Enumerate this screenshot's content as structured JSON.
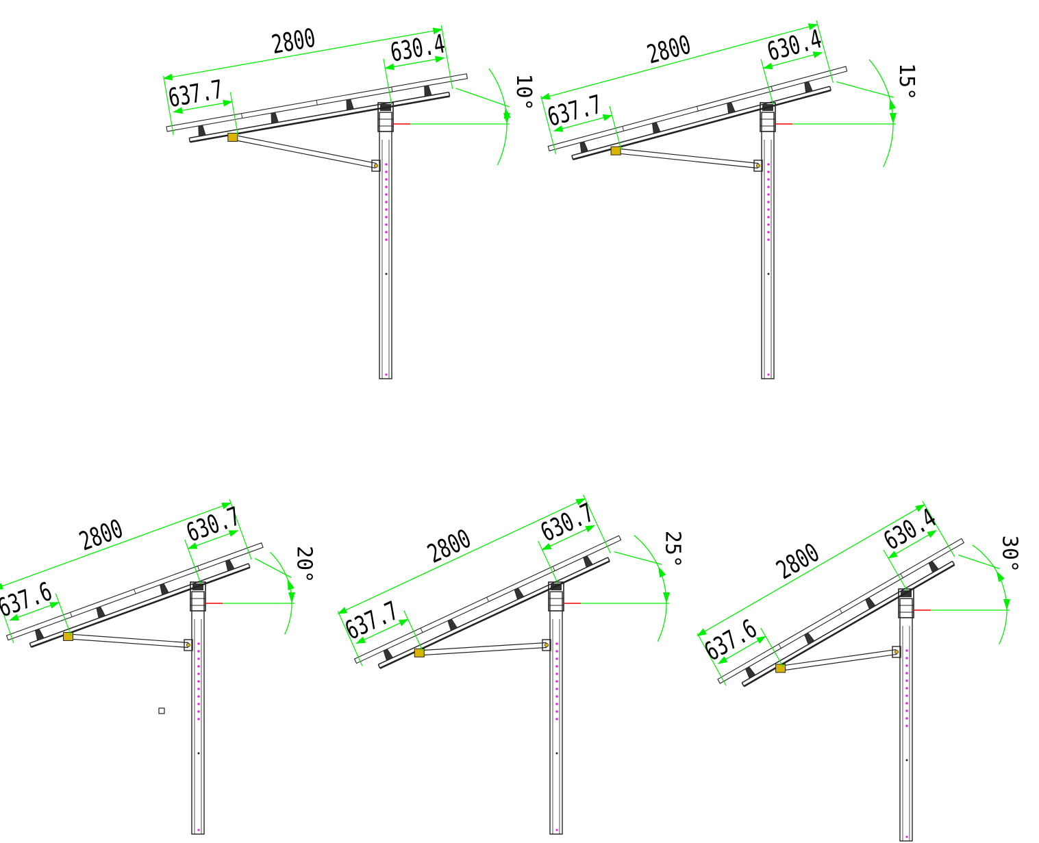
{
  "colors": {
    "background": "#ffffff",
    "line": "#222222",
    "dimension": "#00ee00",
    "reference_mark": "#ee0000",
    "hole_mark": "#ee22ee",
    "bracket": "#d9b400",
    "text": "#000000"
  },
  "drawings": [
    {
      "angle_label": "10°",
      "tilt_deg": 10,
      "length": "2800",
      "left_offset": "637.7",
      "right_offset": "630.4"
    },
    {
      "angle_label": "15°",
      "tilt_deg": 15,
      "length": "2800",
      "left_offset": "637.7",
      "right_offset": "630.4"
    },
    {
      "angle_label": "20°",
      "tilt_deg": 20,
      "length": "2800",
      "left_offset": "637.6",
      "right_offset": "630.7"
    },
    {
      "angle_label": "25°",
      "tilt_deg": 25,
      "length": "2800",
      "left_offset": "637.7",
      "right_offset": "630.7"
    },
    {
      "angle_label": "30°",
      "tilt_deg": 30,
      "length": "2800",
      "left_offset": "637.6",
      "right_offset": "630.4"
    }
  ]
}
